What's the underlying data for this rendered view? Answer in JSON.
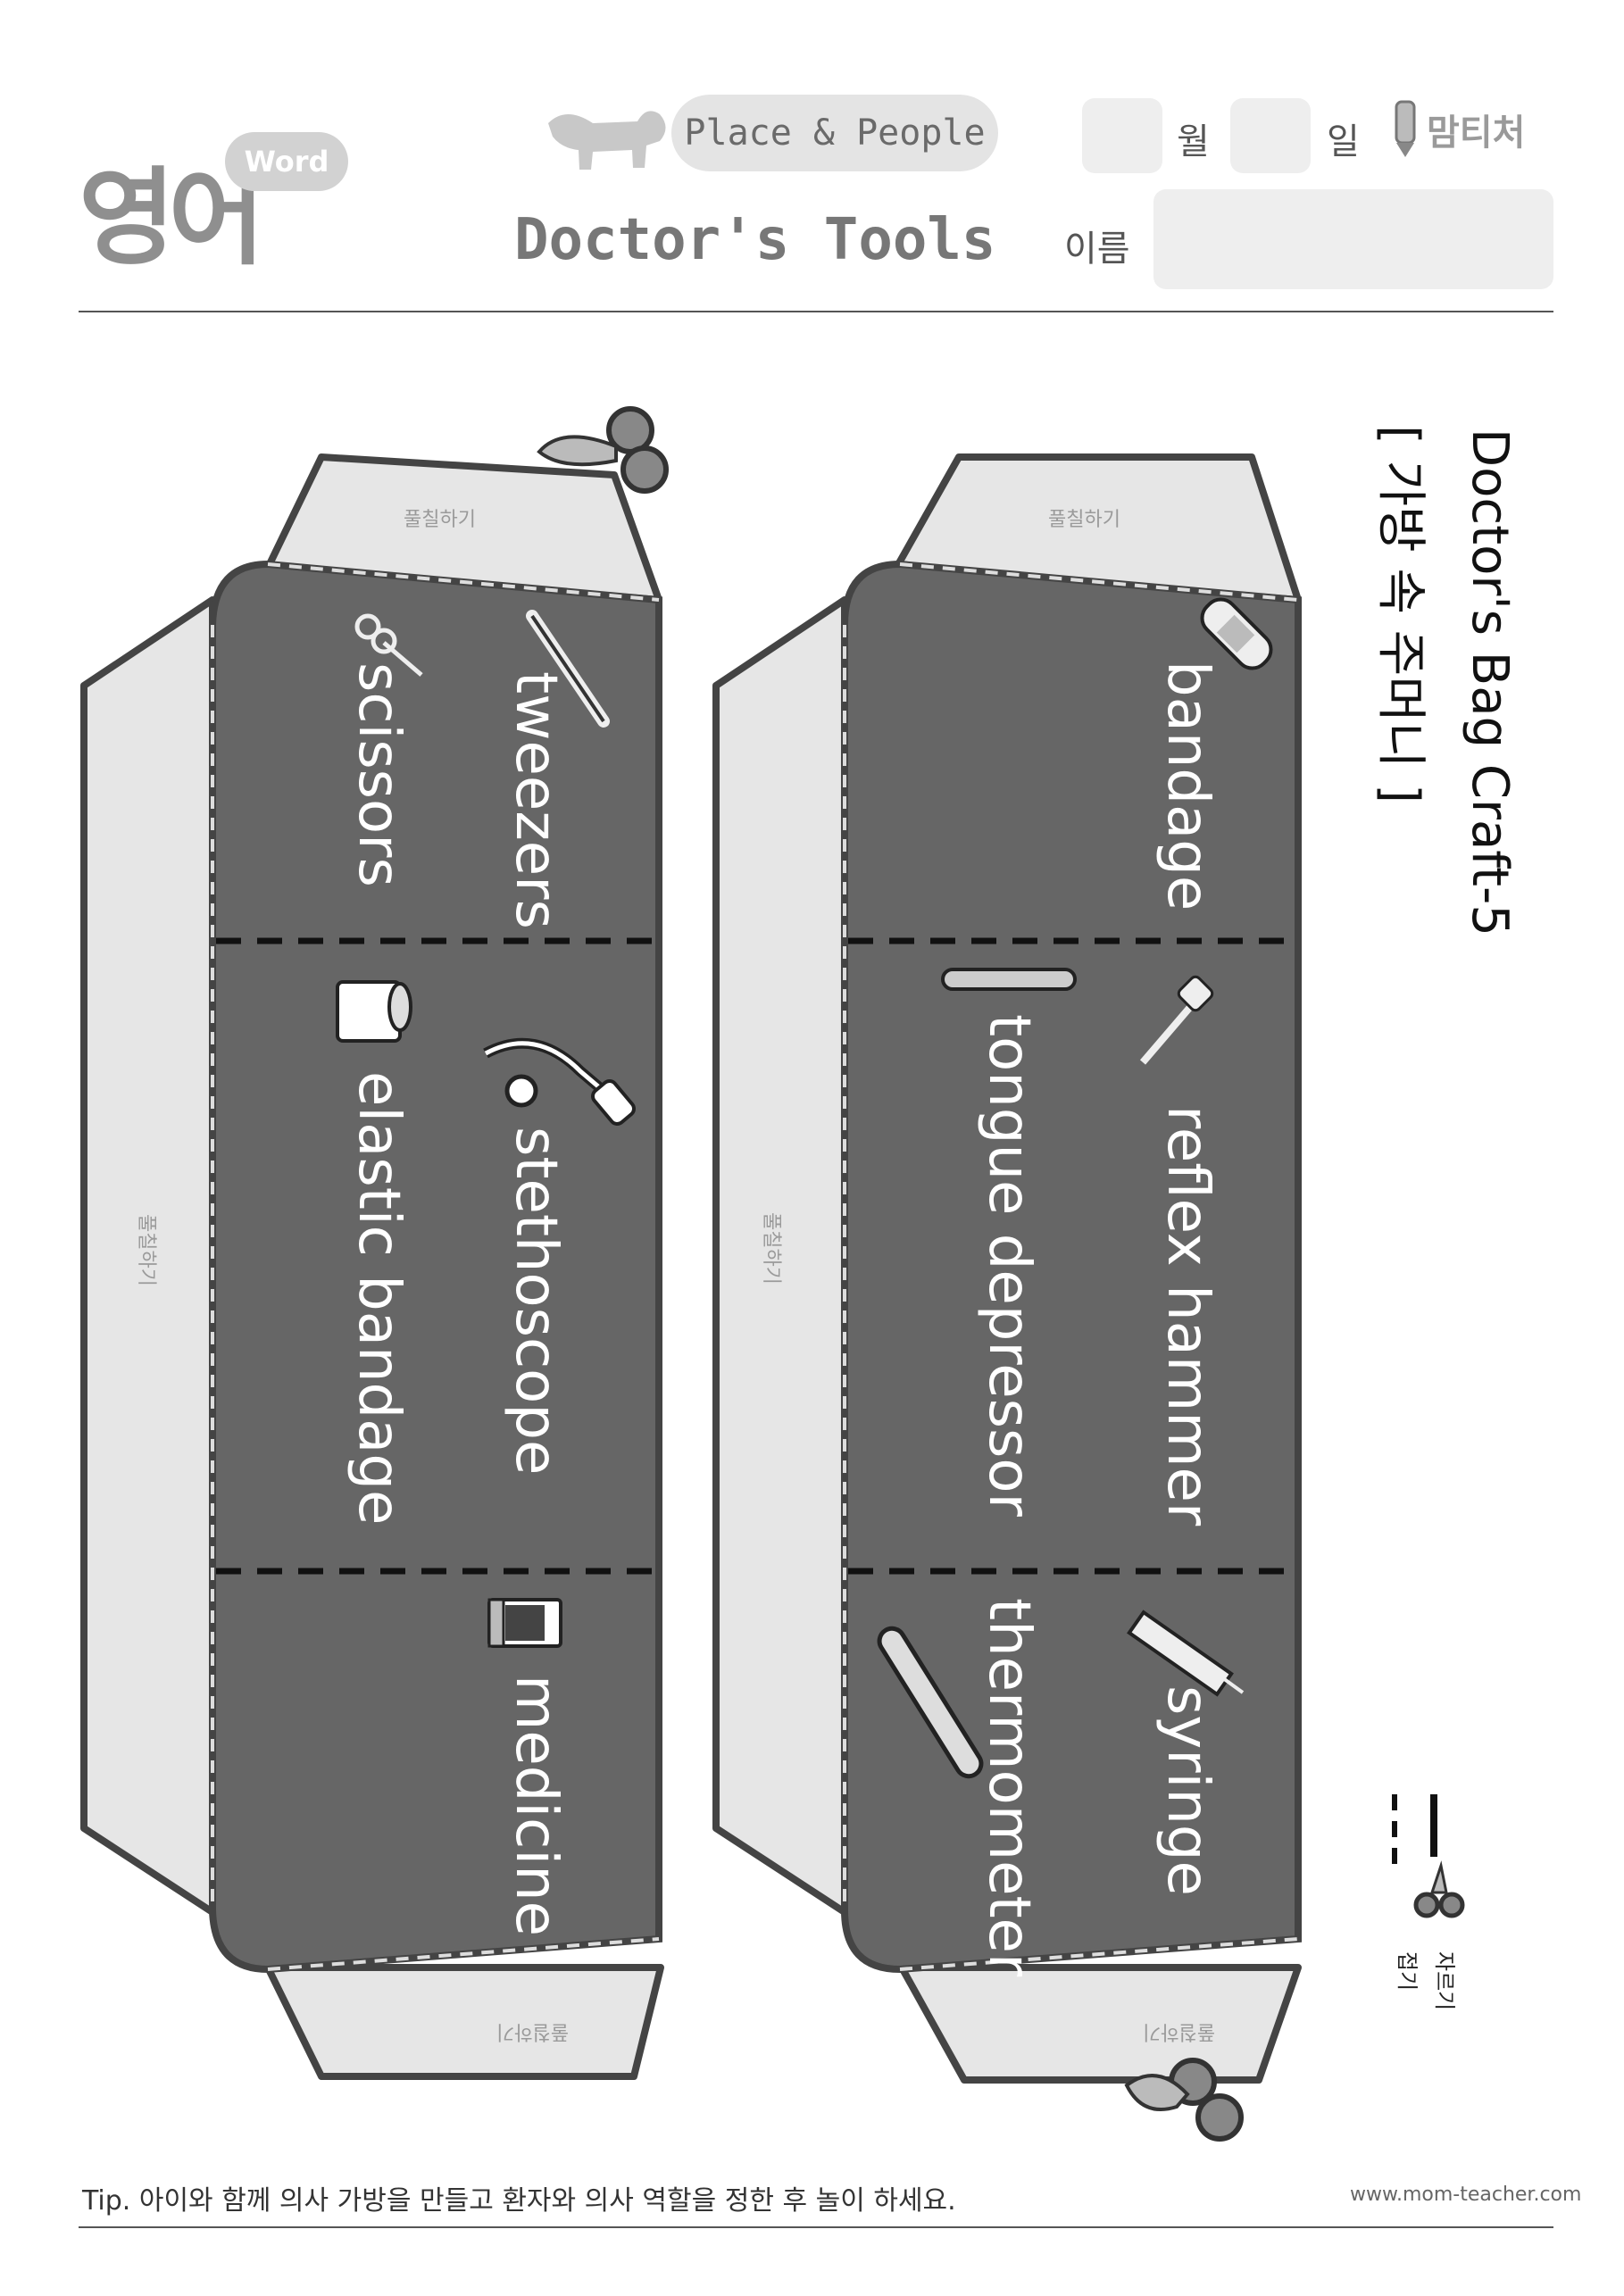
{
  "header": {
    "logo_main": "영어",
    "logo_pill": "Word",
    "category": "Place & People",
    "title": "Doctor's Tools",
    "month_label": "월",
    "day_label": "일",
    "name_label": "이름",
    "brand": "맘티처"
  },
  "craft": {
    "title_en": "Doctor's Bag Craft-5",
    "title_ko": "[ 가방 속 주머니 ]"
  },
  "glue_label": "풀칠하기",
  "left_panel": {
    "top": [
      "tweezers",
      "scissors"
    ],
    "middle": [
      "stethoscope",
      "elastic bandage"
    ],
    "bottom": [
      "medicine"
    ]
  },
  "right_panel": {
    "top": [
      "bandage"
    ],
    "middle": [
      "reflex hammer",
      "tongue depressor"
    ],
    "bottom": [
      "syringe",
      "thermometer"
    ]
  },
  "legend": {
    "cut": "자르기",
    "fold": "접기"
  },
  "footer": {
    "tip": "Tip. 아이와 함께 의사 가방을 만들고 환자와 의사 역할을 정한 후 놀이 하세요.",
    "site": "www.mom-teacher.com"
  },
  "icons": [
    "scissors-icon",
    "tweezers-icon",
    "stethoscope-icon",
    "bandage-roll-icon",
    "medicine-bottle-icon",
    "bandage-icon",
    "reflex-hammer-icon",
    "tongue-depressor-icon",
    "syringe-icon",
    "thermometer-icon"
  ]
}
